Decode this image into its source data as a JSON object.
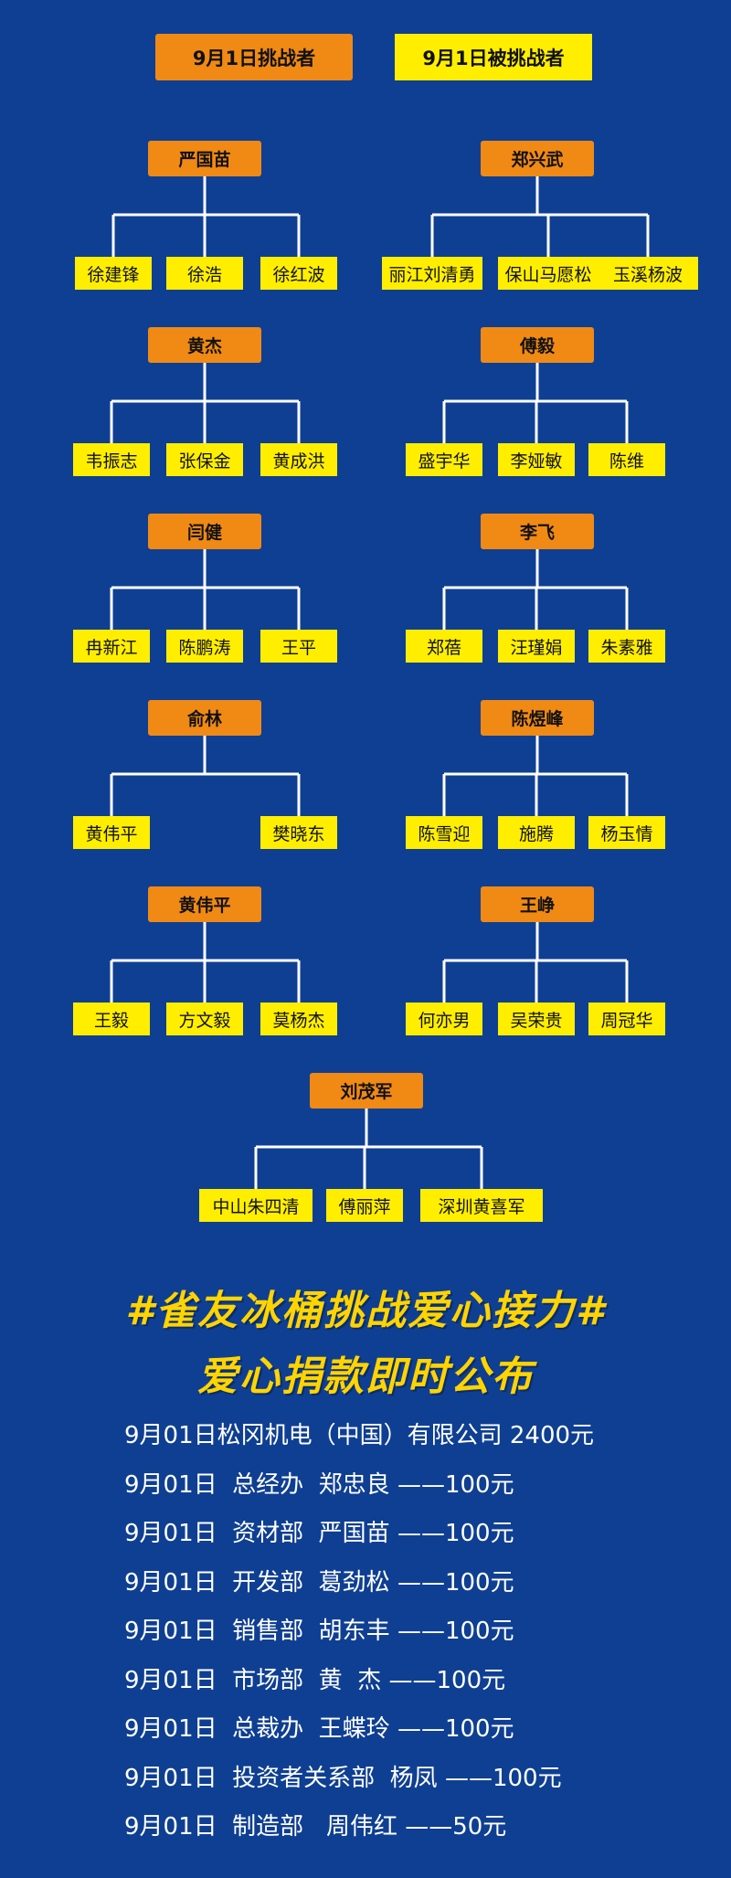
{
  "header": {
    "challenger_label": "9月1日挑战者",
    "challenged_label": "9月1日被挑战者"
  },
  "groups": [
    {
      "leader": "严国苗",
      "members": [
        "徐建锋",
        "徐浩",
        "徐红波"
      ]
    },
    {
      "leader": "郑兴武",
      "members": [
        "丽江刘清勇",
        "保山马愿松",
        "玉溪杨波"
      ]
    },
    {
      "leader": "黄杰",
      "members": [
        "韦振志",
        "张保金",
        "黄成洪"
      ]
    },
    {
      "leader": "傅毅",
      "members": [
        "盛宇华",
        "李娅敏",
        "陈维"
      ]
    },
    {
      "leader": "闫健",
      "members": [
        "冉新江",
        "陈鹏涛",
        "王平"
      ]
    },
    {
      "leader": "李飞",
      "members": [
        "郑蓓",
        "汪瑾娟",
        "朱素雅"
      ]
    },
    {
      "leader": "俞林",
      "members": [
        "黄伟平",
        "樊晓东"
      ]
    },
    {
      "leader": "陈煜峰",
      "members": [
        "陈雪迎",
        "施腾",
        "杨玉情"
      ]
    },
    {
      "leader": "黄伟平",
      "members": [
        "王毅",
        "方文毅",
        "莫杨杰"
      ]
    },
    {
      "leader": "王峥",
      "members": [
        "何亦男",
        "吴荣贵",
        "周冠华"
      ]
    },
    {
      "leader": "刘茂军",
      "members": [
        "中山朱四清",
        "傅丽萍",
        "深圳黄喜军"
      ]
    }
  ],
  "titles": {
    "line1": "#雀友冰桶挑战爱心接力#",
    "line2": "爱心捐款即时公布"
  },
  "donations": [
    "9月01日松冈机电（中国）有限公司 2400元",
    "9月01日  总经办  郑忠良 ——100元",
    "9月01日  资材部  严国苗 ——100元",
    "9月01日  开发部  葛劲松 ——100元",
    "9月01日  销售部  胡东丰 ——100元",
    "9月01日  市场部  黄  杰 ——100元",
    "9月01日  总裁办  王蝶玲 ——100元",
    "9月01日  投资者关系部  杨凤 ——100元",
    "9月01日  制造部   周伟红 ——50元"
  ],
  "colors": {
    "background": "#0f3f92",
    "leader_box": "#f08a14",
    "member_box": "#ffee00",
    "title_text": "#ffd400",
    "connector": "#ffffff"
  }
}
